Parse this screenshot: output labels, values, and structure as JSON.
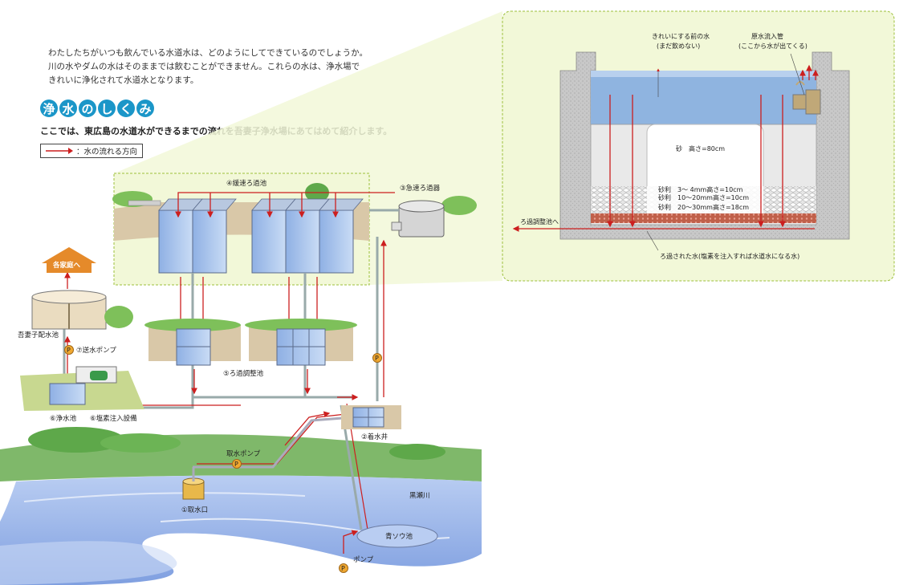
{
  "intro": {
    "line1": "わたしたちがいつも飲んでいる水道水は、どのようにしてできているのでしょうか。",
    "line2": "川の水やダムの水はそのままでは飲むことができません。これらの水は、浄水場で",
    "line3": "きれいに浄化されて水道水となります。"
  },
  "title_chars": [
    "浄",
    "水",
    "の",
    "し",
    "く",
    "み"
  ],
  "subtitle": "ここでは、東広島の水道水ができるまでの流れを吾妻子浄水場にあてはめて紹介します。",
  "legend": {
    "label": "：水の流れる方向"
  },
  "labels": {
    "slow_filter": "④緩速ろ過池",
    "rapid_filter": "③急速ろ過器",
    "to_homes": "各家庭へ",
    "distribution_reservoir": "吾妻子配水池",
    "supply_pump": "⑦送水ポンプ",
    "filter_adjust": "⑤ろ過調整池",
    "clean_reservoir": "⑥浄水池",
    "chlorine": "⑥塩素注入設備",
    "receiving_well": "②着水井",
    "intake_pump": "取水ポンプ",
    "intake": "①取水口",
    "river": "黒瀬川",
    "pond": "青ソウ池",
    "pump": "ポンプ",
    "pump_glyph": "P"
  },
  "detail": {
    "before_water_1": "きれいにする前の水",
    "before_water_2": "(まだ飲めない)",
    "inflow_pipe_1": "原水流入管",
    "inflow_pipe_2": "(ここから水が出てくる)",
    "sand": "砂　高さ=80cm",
    "gravel1": "砂利　3～ 4mm高さ=10cm",
    "gravel2": "砂利　10～20mm高さ=10cm",
    "gravel3": "砂利　20～30mm高さ=18cm",
    "to_adjust": "ろ過調整池へ",
    "filtered": "ろ過された水(塩素を注入すれば水道水になる水)"
  },
  "colors": {
    "flow_arrow": "#cc1f1f",
    "title_circle": "#1b96c8",
    "zoom_fill": "#f2f8d8",
    "zoom_border": "#9cbf3a",
    "water": "#8fb4e0",
    "river": "#9fb8e8",
    "concrete": "#c9c9c9"
  }
}
